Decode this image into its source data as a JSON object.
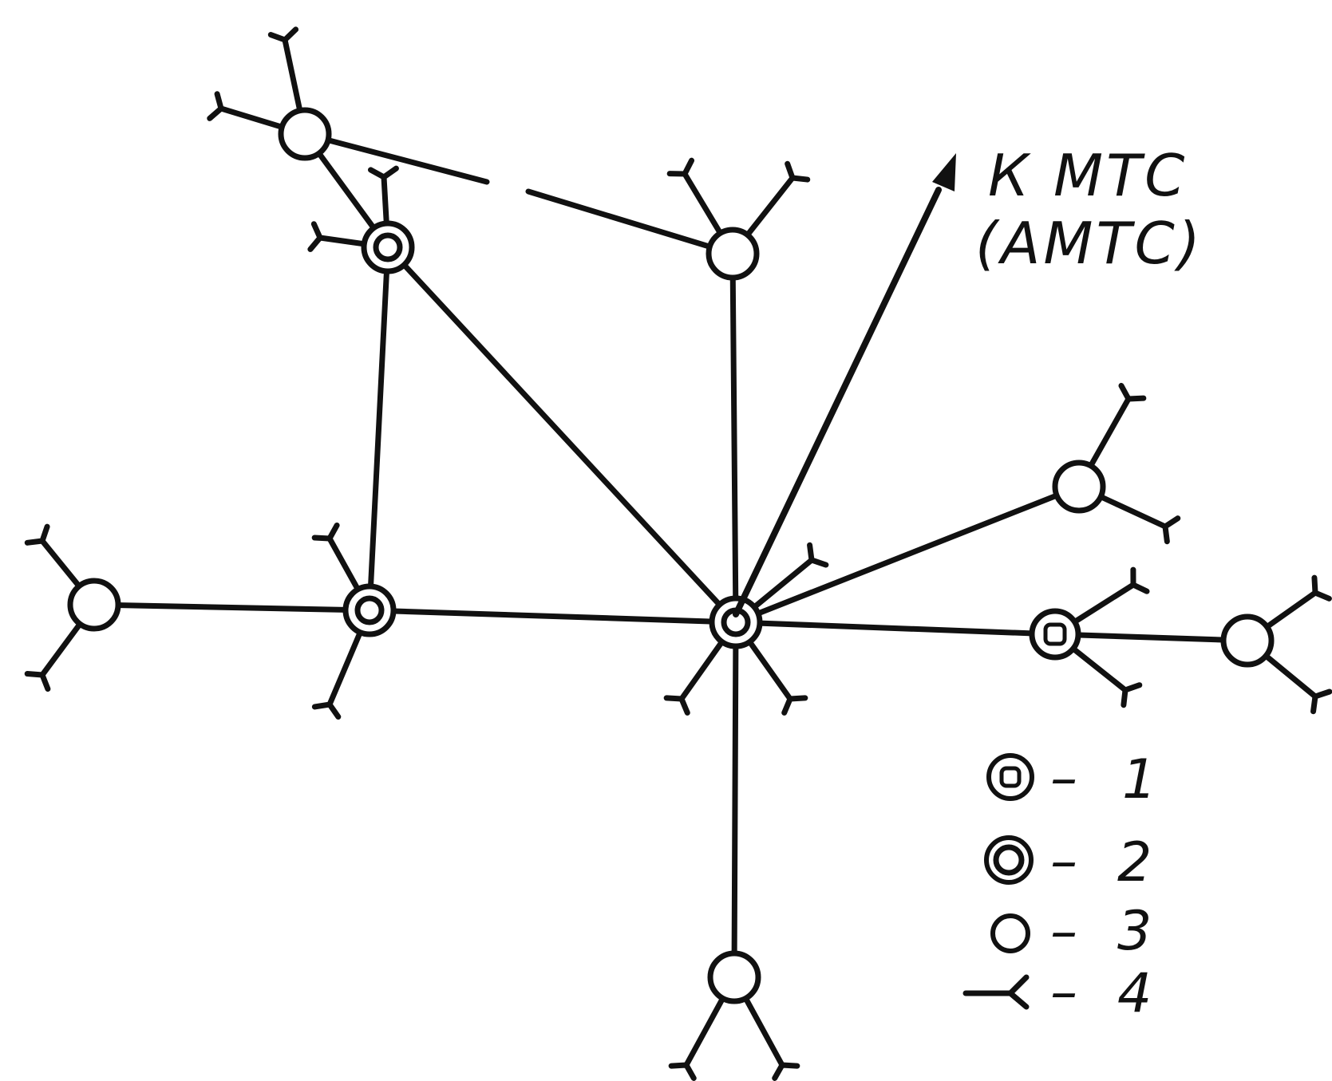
{
  "external_label": {
    "line1": "К МТС",
    "line2": "(АМТС)"
  },
  "legend": [
    {
      "symbol": "node-type-1",
      "dash": "–",
      "number": "1"
    },
    {
      "symbol": "node-type-2",
      "dash": "–",
      "number": "2"
    },
    {
      "symbol": "node-type-3",
      "dash": "–",
      "number": "3"
    },
    {
      "symbol": "subscriber-line",
      "dash": "–",
      "number": "4"
    }
  ],
  "nodes": [
    {
      "id": "center",
      "type": 2
    },
    {
      "id": "upper-left",
      "type": 2
    },
    {
      "id": "left",
      "type": 2
    },
    {
      "id": "right-inner",
      "type": 1
    },
    {
      "id": "top-left",
      "type": 3
    },
    {
      "id": "top-middle",
      "type": 3
    },
    {
      "id": "right-upper",
      "type": 3
    },
    {
      "id": "far-left",
      "type": 3
    },
    {
      "id": "far-right",
      "type": 3
    },
    {
      "id": "bottom",
      "type": 3
    }
  ],
  "links": [
    [
      "center",
      "upper-left"
    ],
    [
      "center",
      "top-middle"
    ],
    [
      "center",
      "right-upper"
    ],
    [
      "center",
      "right-inner"
    ],
    [
      "center",
      "left"
    ],
    [
      "center",
      "bottom"
    ],
    [
      "upper-left",
      "left"
    ],
    [
      "upper-left",
      "top-left"
    ],
    [
      "top-left",
      "top-middle"
    ],
    [
      "left",
      "far-left"
    ],
    [
      "right-inner",
      "far-right"
    ]
  ],
  "colors": {
    "ink": "#111111",
    "paper": "#ffffff"
  }
}
